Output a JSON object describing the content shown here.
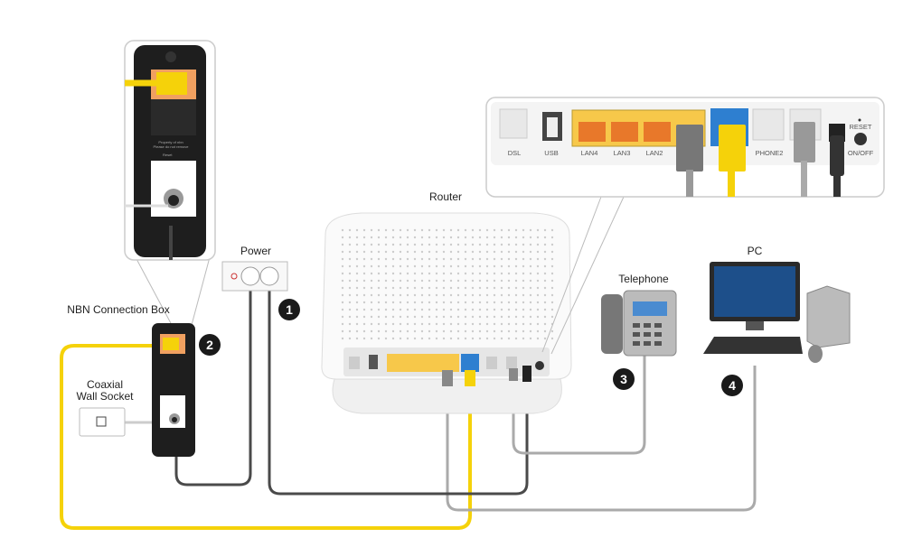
{
  "labels": {
    "router": "Router",
    "power": "Power",
    "nbn_box": "NBN Connection Box",
    "coaxial_line1": "Coaxial",
    "coaxial_line2": "Wall Socket",
    "telephone": "Telephone",
    "pc": "PC"
  },
  "nbn_device_text": {
    "line1": "Property of nbn",
    "line2": "Please do not remove",
    "reset": "Reset"
  },
  "port_panel": {
    "ports": [
      "DSL",
      "USB",
      "LAN4",
      "LAN3",
      "LAN2",
      "PHONE2"
    ],
    "reset": "RESET",
    "onoff": "ON/OFF"
  },
  "steps": [
    "1",
    "2",
    "3",
    "4"
  ],
  "colors": {
    "ethernet_nbn": "#f5d20a",
    "ethernet_pc": "#a9a9a9",
    "power_cable": "#4a4a4a",
    "phone_cable": "#a9a9a9",
    "lan_ports": "#f7c84a",
    "wan_port": "#2e7fd0",
    "step_badge": "#1a1a1a"
  }
}
